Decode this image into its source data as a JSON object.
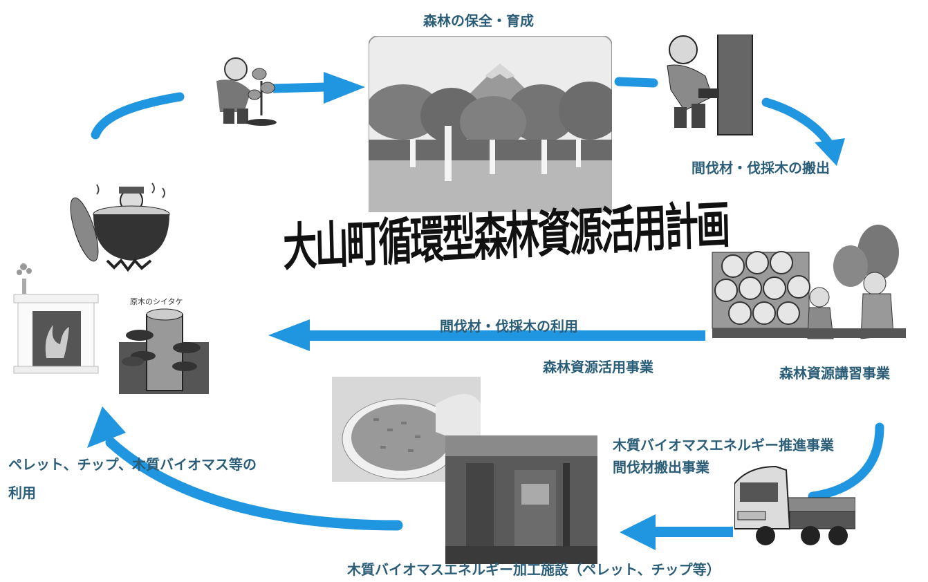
{
  "title": "大山町循環型森林資源活用計画",
  "labels": {
    "forest_conservation": "森林の保全・育成",
    "thinning_export": "間伐材・伐採木の搬出",
    "thinning_use": "間伐材・伐採木の利用",
    "resource_use_project": "森林資源活用事業",
    "resource_training_project": "森林資源講習事業",
    "biomass_promotion": "木質バイオマスエネルギー推進事業",
    "thinning_transport": "間伐材搬出事業",
    "pellet_use_line1": "ペレット、チップ、木質バイオマス等の",
    "pellet_use_line2": "利用",
    "processing_facility": "木質バイオマスエネルギー加工施設（ペレット、チップ等）",
    "shiitake_caption": "原木のシイタケ"
  },
  "colors": {
    "arrow": "#2196e0",
    "label_text": "#2a5d78",
    "title_text": "#111111"
  },
  "icons": [
    "tree-planter-illustration",
    "forest-mountain-illustration",
    "lumberjack-illustration",
    "log-pile-illustration",
    "bath-pot-illustration",
    "wood-stove-illustration",
    "shiitake-log-illustration",
    "pellet-bowl-photo",
    "processing-facility-photo",
    "truck-illustration"
  ]
}
